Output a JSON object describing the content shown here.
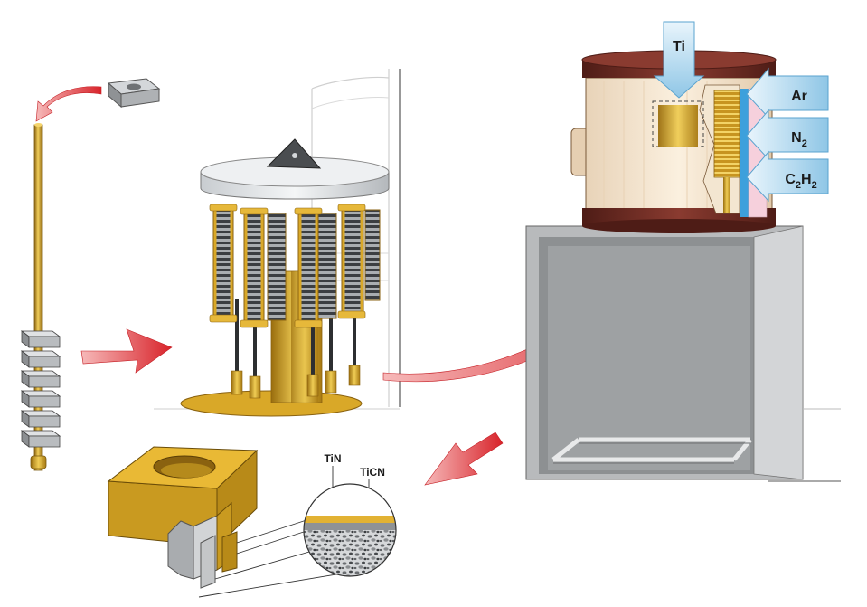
{
  "gases": {
    "ti": "Ti",
    "ar": "Ar",
    "n2": {
      "base": "N",
      "sub": "2"
    },
    "c2h2": {
      "c": "C",
      "c_sub": "2",
      "h": "H",
      "h_sub": "2"
    }
  },
  "coating_layers": {
    "tin": "TiN",
    "ticn": "TiCN"
  },
  "colors": {
    "gold": "#d9a828",
    "gold_dark": "#a57812",
    "copper": "#6b2a22",
    "arrow_red": "#d8232a",
    "gas_arrow": "#bfe0f2",
    "furnace_gray": "#9a9c9e",
    "insert_gray": "#8d9093"
  }
}
